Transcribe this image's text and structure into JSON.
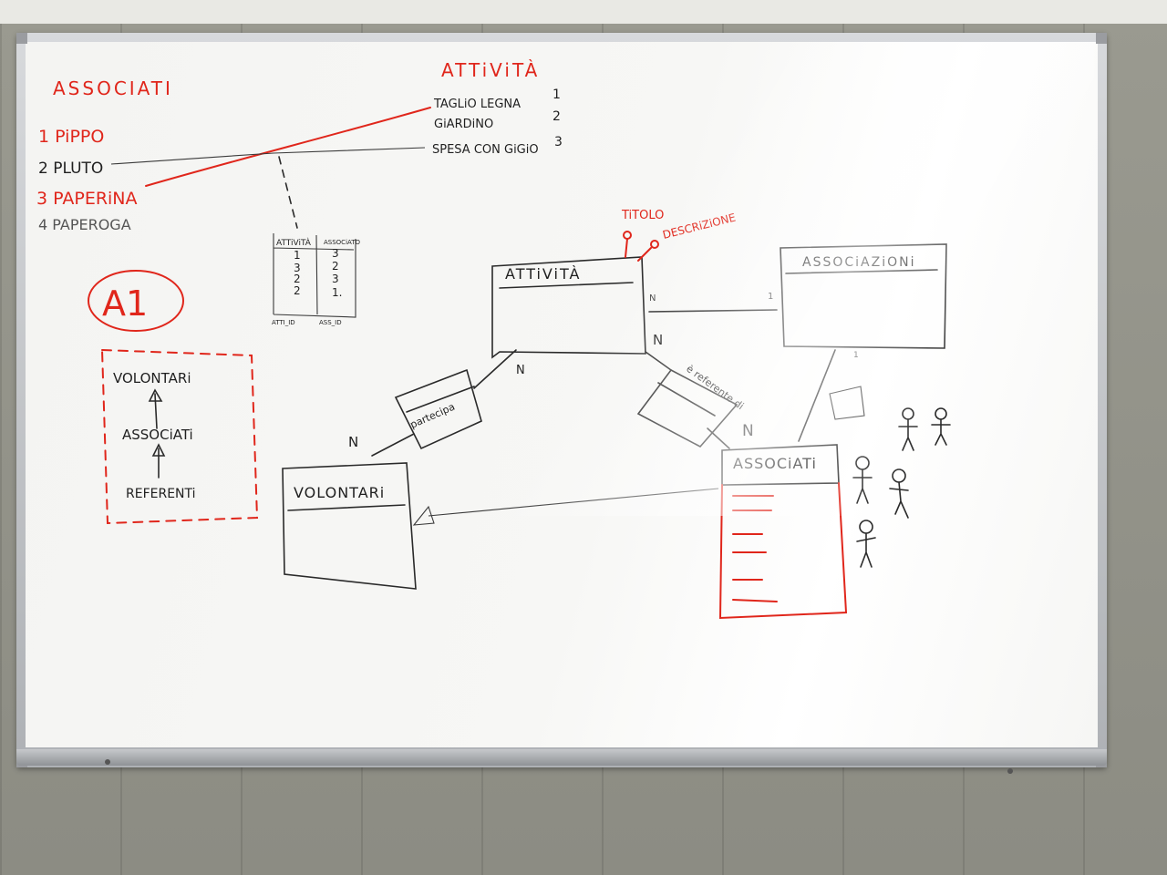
{
  "associati_list": {
    "title": "ASSOCIATI",
    "items": [
      "1 PiPPO",
      "2 PLUTO",
      "3 PAPERiNA",
      "4 PAPEROGA"
    ]
  },
  "attivita_list": {
    "title": "ATTiViTÀ",
    "items": [
      "TAGLiO LEGNA",
      "GiARDiNO",
      "SPESA CON GiGiO"
    ],
    "numbers": [
      "1",
      "2",
      "3"
    ]
  },
  "join_table": {
    "headers": [
      "ATTiViTÀ",
      "ASSOCiATO"
    ],
    "col1": [
      "1",
      "3",
      "2",
      "2"
    ],
    "col2": [
      "3",
      "2",
      "3",
      "1."
    ],
    "footers": [
      "ATTI_ID",
      "ASS_ID"
    ]
  },
  "a1_label": "A1",
  "hierarchy": [
    "VOLONTARi",
    "ASSOCiATi",
    "REFERENTi"
  ],
  "entities": {
    "attivita": "ATTiViTÀ",
    "associazioni": "ASSOCiAZiONi",
    "volontari": "VOLONTARi",
    "associati": "ASSOCiATi"
  },
  "attributes": [
    "TiTOLO",
    "DESCRiZiONE"
  ],
  "relationships": {
    "partecipa": "partecipa",
    "referente": "è referente di"
  },
  "cardinality": [
    "N",
    "1",
    "N",
    "N",
    "N",
    "N",
    "1"
  ],
  "colors": {
    "red_marker": "#e0261b",
    "black_marker": "#1f1f1f"
  }
}
